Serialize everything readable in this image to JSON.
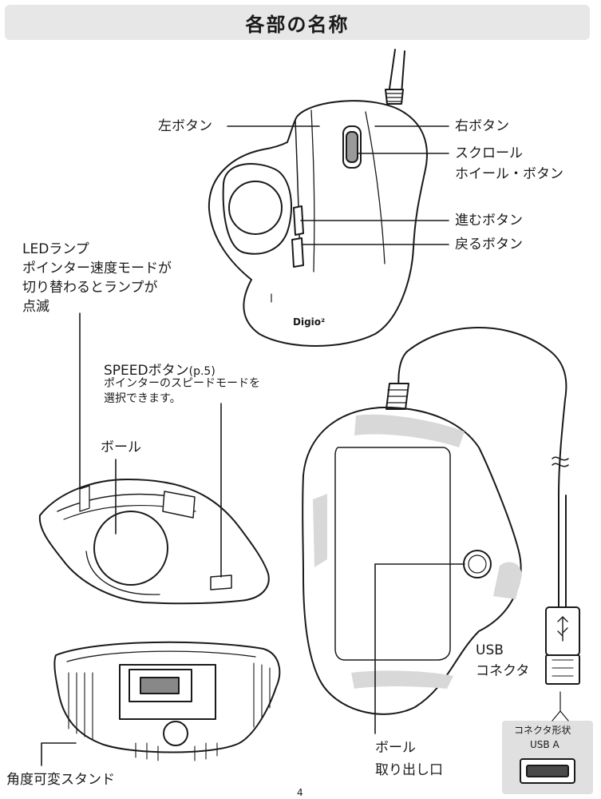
{
  "title": "各部の名称",
  "labels": {
    "left_button": "左ボタン",
    "right_button": "右ボタン",
    "scroll_wheel_1": "スクロール",
    "scroll_wheel_2": "ホイール・ボタン",
    "forward_button": "進むボタン",
    "back_button": "戻るボタン",
    "led_lamp_1": "LEDランプ",
    "led_lamp_2": "ポインター速度モードが",
    "led_lamp_3": "切り替わるとランプが",
    "led_lamp_4": "点滅",
    "speed_button": "SPEEDボタン",
    "speed_page": "(p.5)",
    "speed_desc_1": "ポインターのスピードモードを",
    "speed_desc_2": "選択できます。",
    "ball": "ボール",
    "usb_1": "USB",
    "usb_2": "コネクタ",
    "ball_removal_1": "ボール",
    "ball_removal_2": "取り出し口",
    "stand": "角度可変スタンド",
    "connector_type_1": "コネクタ形状",
    "connector_type_2": "USB A",
    "brand_logo": "Digio²",
    "page_number": "4"
  }
}
